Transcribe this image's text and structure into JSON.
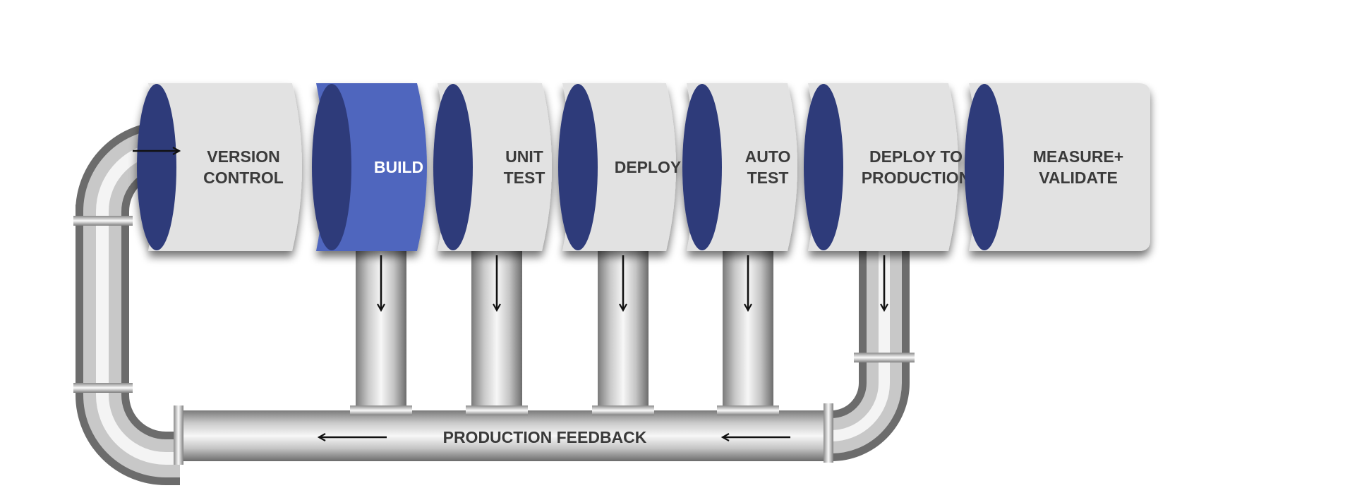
{
  "stages": [
    {
      "id": "version-control",
      "lines": [
        "VERSION",
        "CONTROL"
      ],
      "active": false
    },
    {
      "id": "build",
      "lines": [
        "BUILD"
      ],
      "active": true
    },
    {
      "id": "unit-test",
      "lines": [
        "UNIT",
        "TEST"
      ],
      "active": false
    },
    {
      "id": "deploy",
      "lines": [
        "DEPLOY"
      ],
      "active": false
    },
    {
      "id": "auto-test",
      "lines": [
        "AUTO",
        "TEST"
      ],
      "active": false
    },
    {
      "id": "deploy-to-production",
      "lines": [
        "DEPLOY TO",
        "PRODUCTION"
      ],
      "active": false
    },
    {
      "id": "measure-validate",
      "lines": [
        "MEASURE+",
        "VALIDATE"
      ],
      "active": false
    }
  ],
  "feedback": {
    "label": "PRODUCTION FEEDBACK"
  },
  "colors": {
    "stage_fill": "#e2e2e2",
    "stage_text": "#3a3a3a",
    "active_fill": "#4f66be",
    "active_text": "#ffffff",
    "ellipse_fill": "#2e3b7a",
    "pipe_light": "#f4f4f4",
    "pipe_mid": "#b9b9b9",
    "pipe_dark": "#6f6f6f"
  }
}
